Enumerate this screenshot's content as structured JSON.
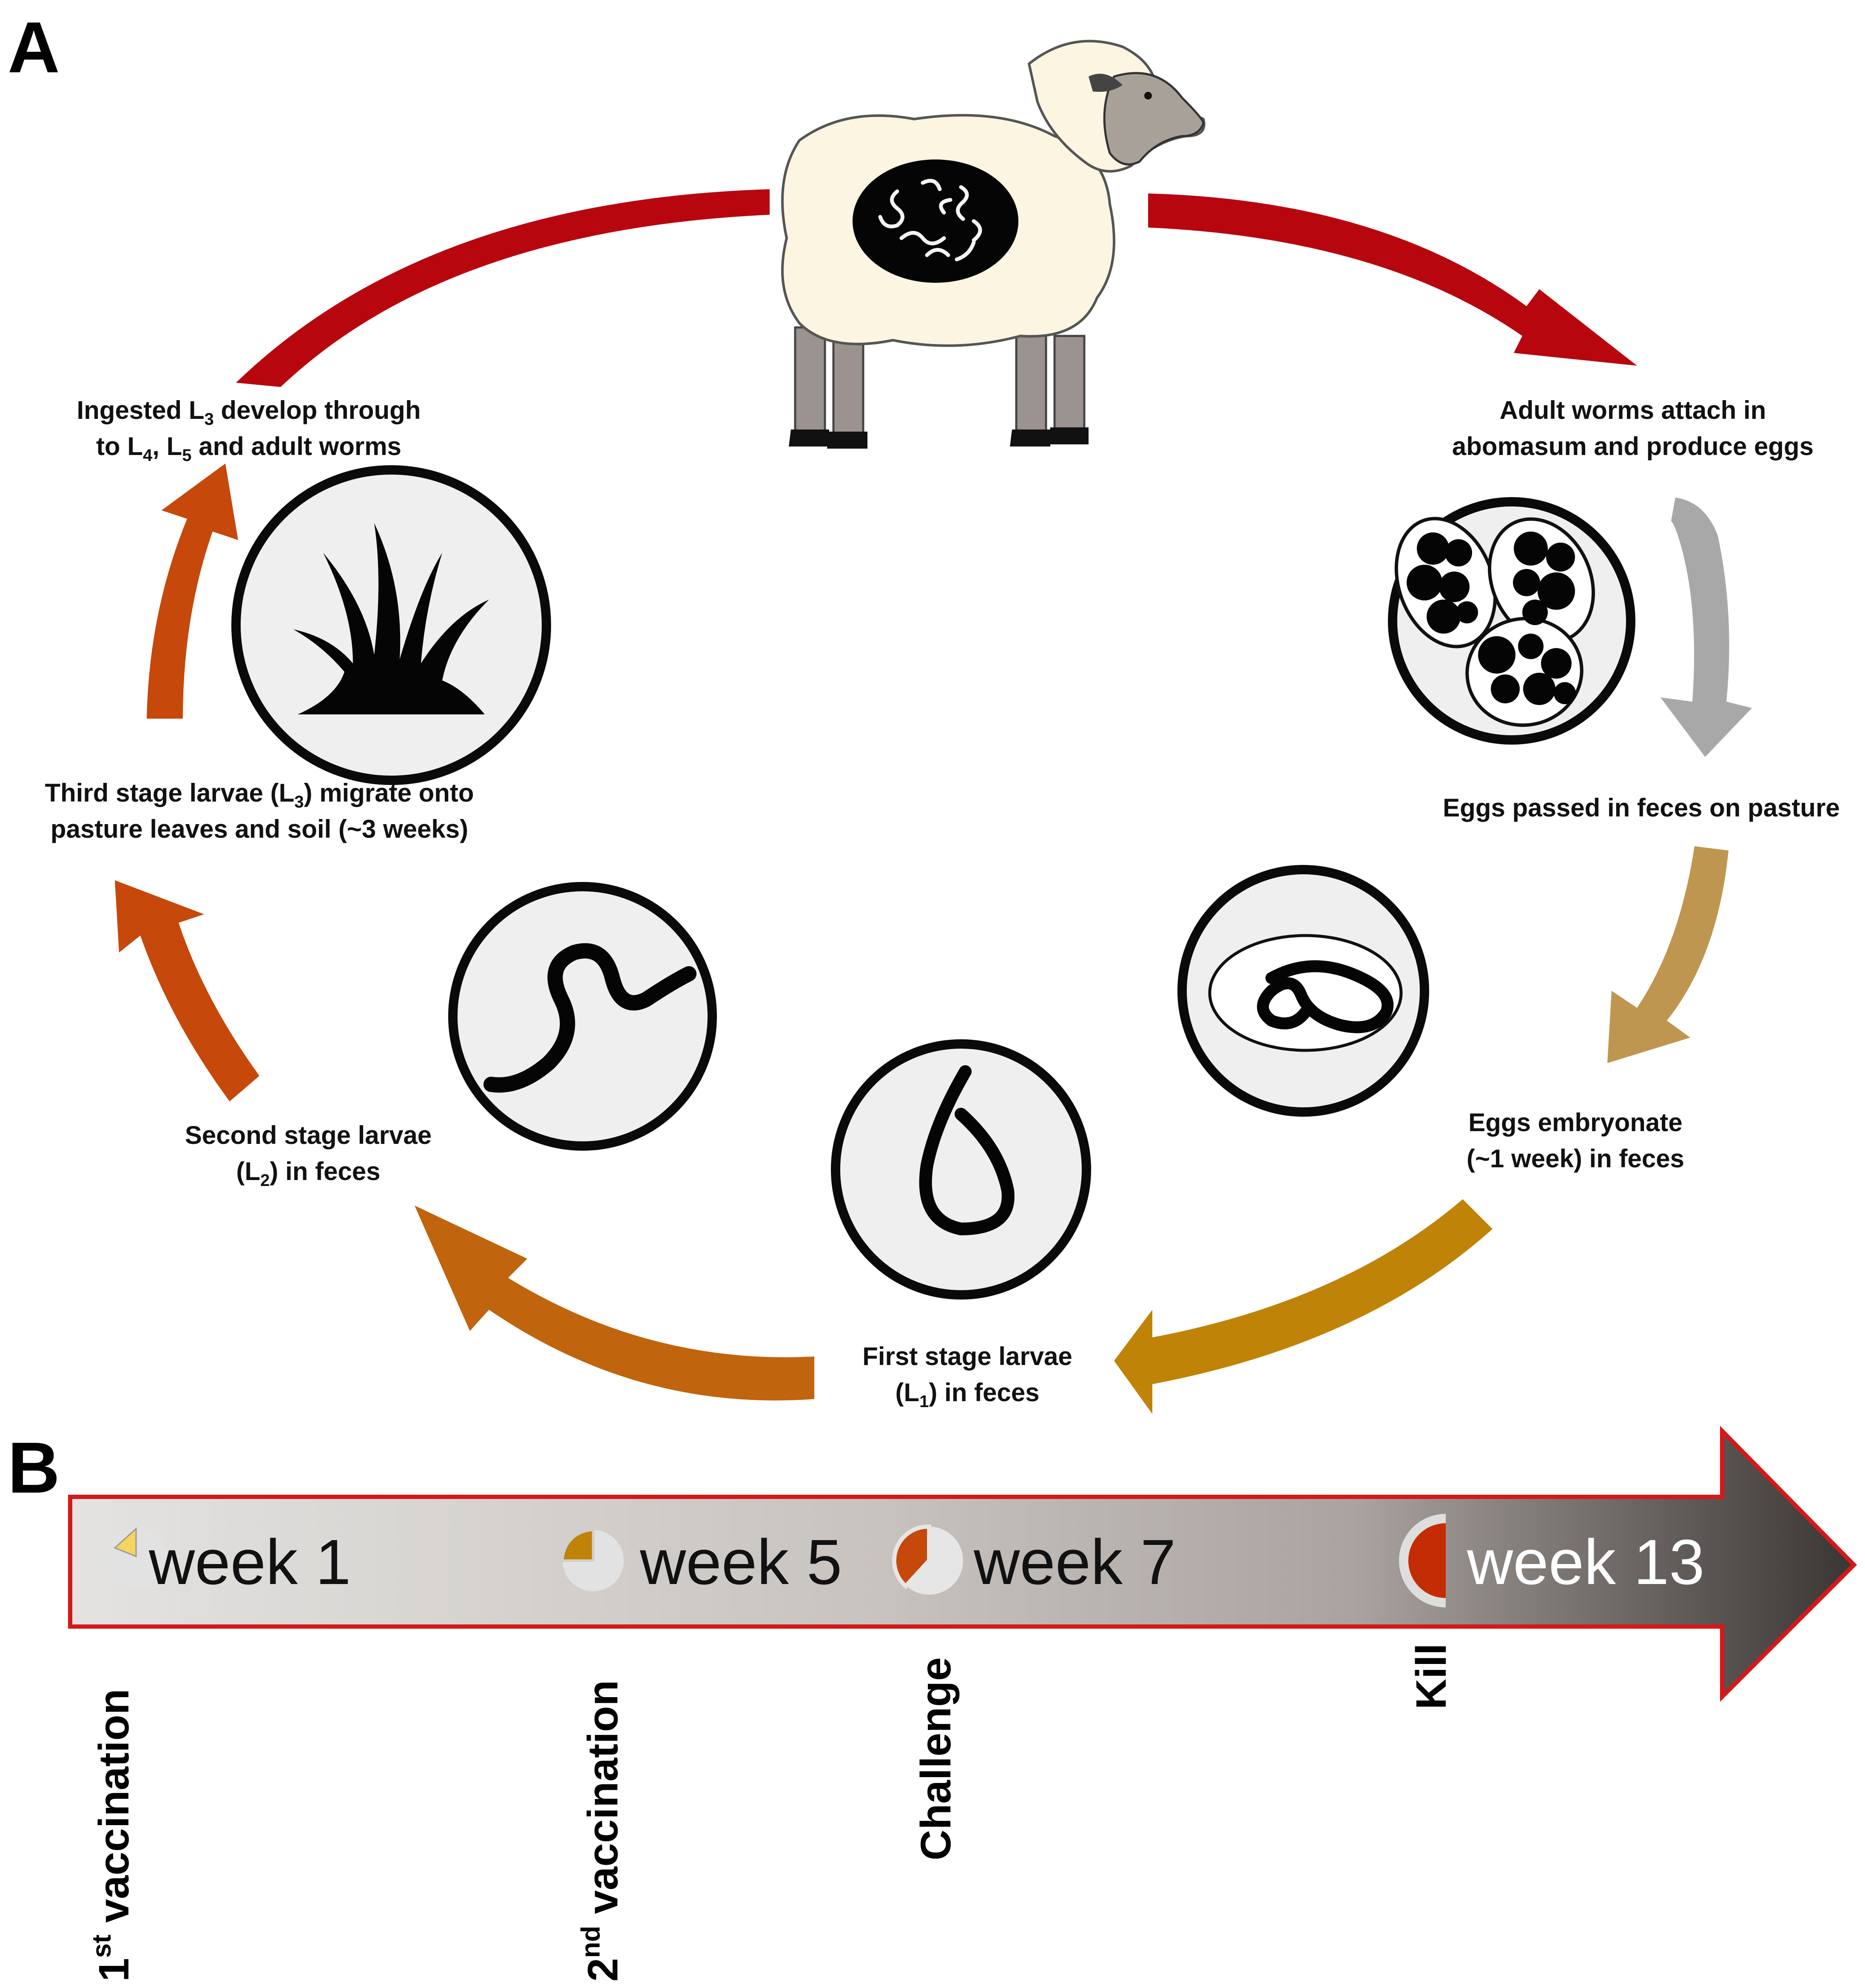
{
  "panels": {
    "a": "A",
    "b": "B"
  },
  "colors": {
    "red": "#b8060f",
    "orange": "#c6480a",
    "gray": "#a8a8a8",
    "tan": "#bf9650",
    "gold": "#bf8308",
    "brown_orange": "#c0640d",
    "icon_bg": "#efefef",
    "timeline_border": "#d51818"
  },
  "icons": [
    "sheep-icon",
    "eggs-icon",
    "embryonated-egg-icon",
    "l1-larva-icon",
    "l2-larva-icon",
    "grass-icon"
  ],
  "stages": {
    "adult": {
      "line1": "Adult worms attach in",
      "line2": "abomasum and produce eggs"
    },
    "eggs_passed": {
      "line1": "Eggs passed in feces on pasture"
    },
    "embryonate": {
      "line1": "Eggs embryonate",
      "line2": "(~1 week) in feces"
    },
    "first": {
      "line1": "First stage larvae",
      "line2a": "(L",
      "sub": "1",
      "line2b": ") in feces"
    },
    "second": {
      "line1": "Second stage larvae",
      "line2a": "(L",
      "sub": "2",
      "line2b": ") in feces"
    },
    "third": {
      "line1a": "Third stage larvae (L",
      "sub": "3",
      "line1b": ") migrate onto",
      "line2": "pasture leaves and soil (~3 weeks)"
    },
    "ingested": {
      "line1a": "Ingested L",
      "sub1": "3",
      "line1b": " develop through",
      "line2a": "to L",
      "sub2": "4",
      "line2b": ", L",
      "sub3": "5",
      "line2c": " and adult worms"
    }
  },
  "timeline": {
    "weeks": [
      "week 1",
      "week 5",
      "week 7",
      "week 13"
    ],
    "marker_colors": [
      "#f5d55c",
      "#bf8308",
      "#c6480a",
      "#c42c06"
    ],
    "events": {
      "e1": {
        "pre": "1",
        "sup": "st",
        "post": " vaccination"
      },
      "e2": {
        "pre": "2",
        "sup": "nd",
        "post": " vaccination"
      },
      "e3": {
        "text": "Challenge"
      },
      "e4": {
        "text": "Kill"
      }
    }
  }
}
